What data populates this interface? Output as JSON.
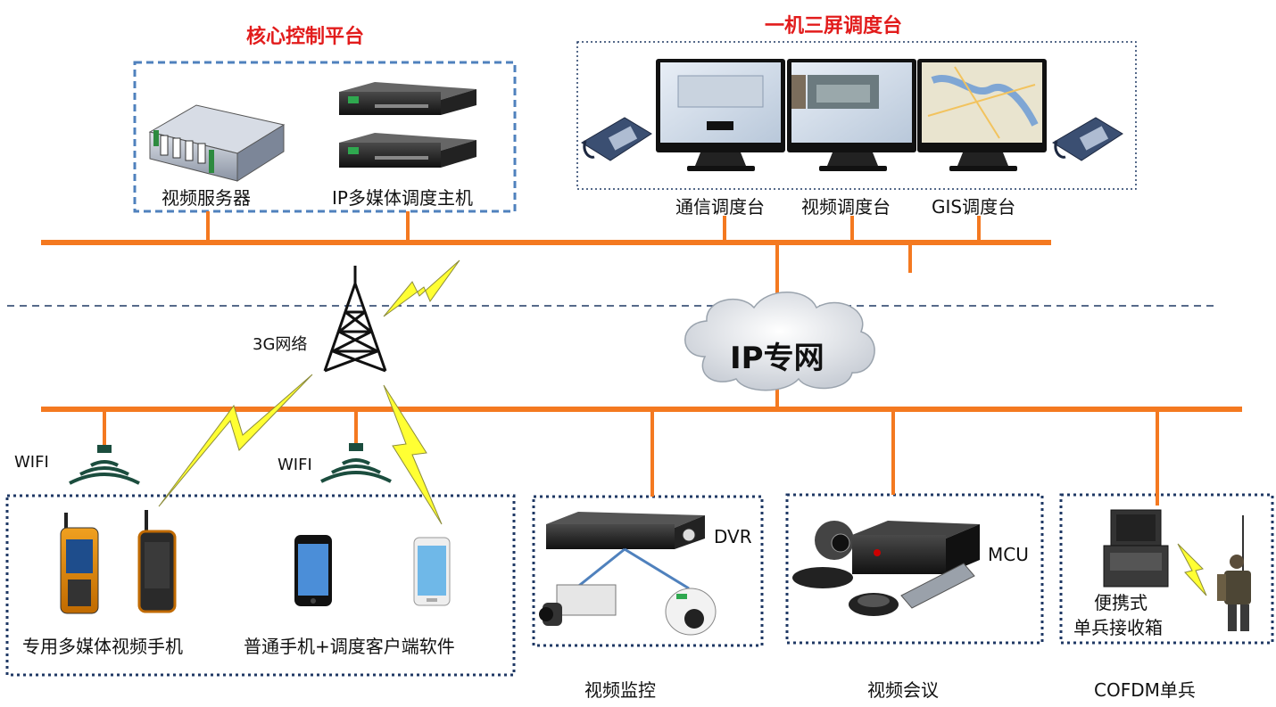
{
  "groups": {
    "core": {
      "title": "核心控制平台",
      "video_server": "视频服务器",
      "ip_host": "IP多媒体调度主机"
    },
    "console": {
      "title": "一机三屏调度台",
      "comm": "通信调度台",
      "video": "视频调度台",
      "gis": "GIS调度台"
    }
  },
  "network": {
    "tower": "3G网络",
    "cloud": "IP专网",
    "wifi_left": "WIFI",
    "wifi_right": "WIFI"
  },
  "terminals": {
    "rugged_phone": "专用多媒体视频手机",
    "smart_phone": "普通手机+调度客户端软件"
  },
  "surveillance": {
    "dvr": "DVR",
    "caption": "视频监控"
  },
  "conference": {
    "mcu": "MCU",
    "caption": "视频会议"
  },
  "cofdm": {
    "receiver_line1": "便携式",
    "receiver_line2": "单兵接收箱",
    "caption": "COFDM单兵"
  },
  "colors": {
    "bus": "#f47920",
    "title_red": "#e21c1c",
    "box_dash_blue": "#4f81bd",
    "box_dot_navy": "#1f3864",
    "bolt": "#ffff33",
    "wifi": "#1b4d3e"
  }
}
